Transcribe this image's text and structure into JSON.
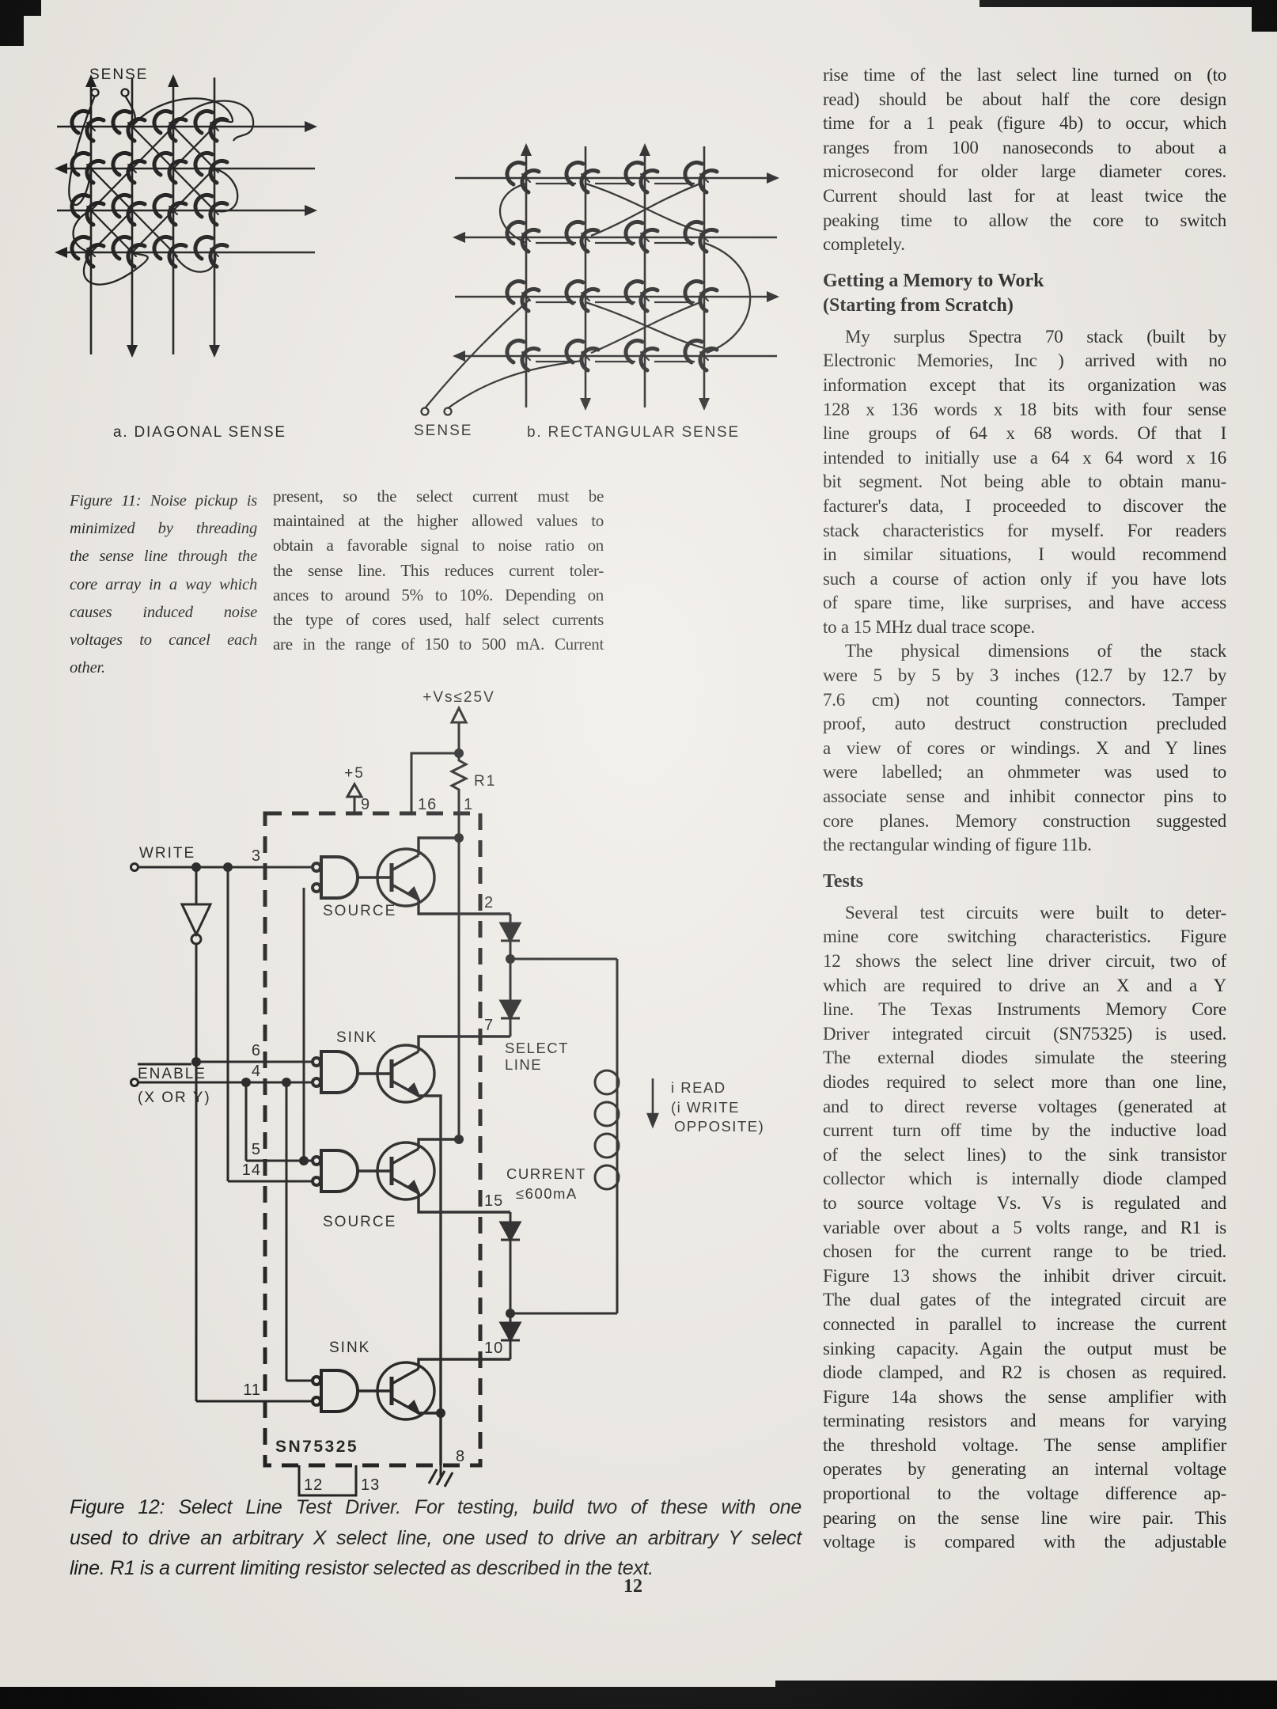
{
  "page": {
    "number": "12"
  },
  "figure11": {
    "sense_label_a": "SENSE",
    "sense_label_b": "SENSE",
    "caption_a": "a. DIAGONAL SENSE",
    "caption_b": "b. RECTANGULAR SENSE",
    "caption_lines": [
      "Figure 11: Noise pickup is",
      "minimized by threading",
      "the sense line through the",
      "core array in a way which",
      "causes induced noise",
      "voltages to cancel each",
      "other."
    ]
  },
  "middle_column": {
    "lines": [
      "present, so the select current must be",
      "maintained at the higher allowed values to",
      "obtain a favorable signal to noise ratio on",
      "the sense line. This reduces current toler-",
      "ances to around 5% to 10%. Depending on",
      "the type of cores used, half select currents",
      "are in the range of 150 to 500 mA. Current"
    ]
  },
  "right_column": {
    "blocks": [
      {
        "type": "p",
        "flush": false,
        "indent": false,
        "lines": [
          "rise time of the last select line turned on (to",
          "read) should be about half the core design",
          "time for a 1 peak (figure 4b) to occur, which",
          "ranges from 100 nanoseconds to about a",
          "microsecond for older large diameter cores.",
          "Current should last for at least twice the",
          "peaking time to allow the core to switch",
          "completely."
        ]
      },
      {
        "type": "h",
        "lines": [
          "Getting a Memory to Work",
          "(Starting from Scratch)"
        ]
      },
      {
        "type": "p",
        "flush": false,
        "indent": true,
        "lines": [
          "My surplus Spectra 70 stack (built by",
          "Electronic Memories, Inc ) arrived with no",
          "information except that its organization was",
          "128 x 136 words x 18 bits with four sense",
          "line groups of 64 x 68 words. Of that I",
          "intended to initially use a 64 x 64 word x 16",
          "bit segment. Not being able to obtain manu-",
          "facturer's data, I proceeded to discover the",
          "stack characteristics for myself. For readers",
          "in similar situations, I would recommend",
          "such a course of action only if you have lots",
          "of spare time, like surprises, and have access",
          "to a 15 MHz dual trace scope."
        ]
      },
      {
        "type": "p",
        "flush": false,
        "indent": true,
        "lines": [
          "The physical dimensions of the stack",
          "were 5 by 5 by 3 inches (12.7 by 12.7 by",
          "7.6 cm) not counting connectors. Tamper",
          "proof, auto destruct construction precluded",
          "a view of cores or windings. X and Y lines",
          "were labelled; an ohmmeter was used to",
          "associate sense and inhibit connector pins to",
          "core planes. Memory construction suggested",
          "the rectangular winding of figure 11b."
        ]
      },
      {
        "type": "h",
        "lines": [
          "Tests"
        ]
      },
      {
        "type": "p",
        "flush": true,
        "indent": true,
        "lines": [
          "Several test circuits were built to deter-",
          "mine core switching characteristics. Figure",
          "12 shows the select line driver circuit, two of",
          "which are required to drive an X and a Y",
          "line. The Texas Instruments Memory Core",
          "Driver integrated circuit (SN75325) is used.",
          "The external diodes simulate the steering",
          "diodes required to select more than one line,",
          "and to direct reverse voltages (generated at",
          "current turn off time by the inductive load",
          "of the select lines) to the sink transistor",
          "collector which is internally diode clamped",
          "to source voltage Vs. Vs is regulated and",
          "variable over about a 5 volts range, and R1 is",
          "chosen for the current range to be tried.",
          "Figure 13 shows the inhibit driver circuit.",
          "The dual gates of the integrated circuit are",
          "connected in parallel to increase the current",
          "sinking capacity. Again the output must be",
          "diode clamped, and R2 is chosen as required.",
          "Figure 14a shows the sense amplifier with",
          "terminating resistors and means for varying",
          "the threshold voltage. The sense amplifier",
          "operates by generating an internal voltage",
          "proportional to the voltage difference ap-",
          "pearing on the sense line wire pair. This",
          "voltage is compared with the adjustable"
        ]
      }
    ]
  },
  "figure12": {
    "caption_lines": [
      "Figure 12: Select Line Test Driver. For testing, build two of these with one",
      "used to drive an arbitrary X select line, one used to drive an arbitrary Y select",
      "line. R1 is a current limiting resistor selected as described in the text."
    ],
    "labels": {
      "vs": "+Vs≤25V",
      "plus5": "+5",
      "r1": "R1",
      "write": "WRITE",
      "enable": "ENABLE",
      "enable2": "(X OR Y)",
      "source1": "SOURCE",
      "sink1": "SINK",
      "source2": "SOURCE",
      "sink2": "SINK",
      "select1": "SELECT",
      "select2": "LINE",
      "current1": "CURRENT",
      "current2": "≤600mA",
      "iread1": "i READ",
      "iread2": "(i WRITE",
      "iread3": "OPPOSITE)",
      "chip": "SN75325"
    },
    "pins": {
      "p1": "1",
      "p2": "2",
      "p3": "3",
      "p4": "4",
      "p5": "5",
      "p6": "6",
      "p7": "7",
      "p8": "8",
      "p9": "9",
      "p10": "10",
      "p11": "11",
      "p12": "12",
      "p13": "13",
      "p14": "14",
      "p15": "15",
      "p16": "16"
    }
  }
}
